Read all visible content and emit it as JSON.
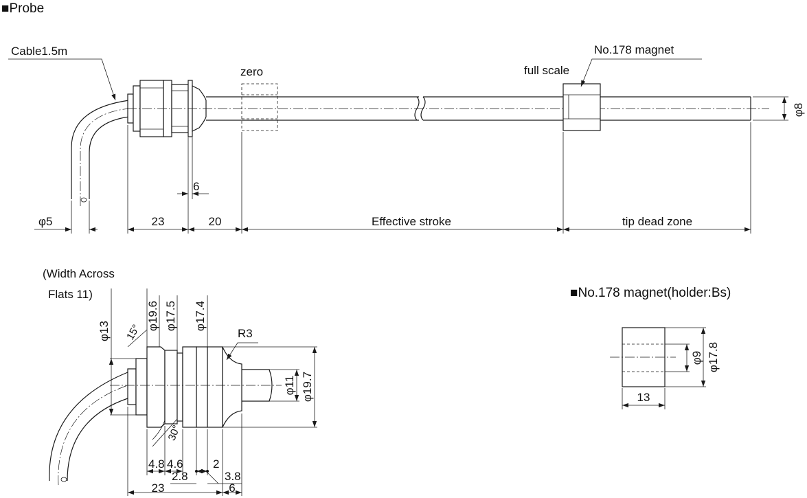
{
  "probe_section": {
    "title": "■Probe",
    "labels": {
      "cable": "Cable1.5m",
      "magnet": "No.178 magnet",
      "zero": "zero",
      "full_scale": "full scale"
    },
    "dimensions": {
      "cable_dia": "φ5",
      "housing_len": "23",
      "gap_len": "20",
      "effective_stroke": "Effective stroke",
      "tip_dead_zone": "tip dead zone",
      "groove": "6",
      "rod_dia": "φ8"
    }
  },
  "detail_section": {
    "note_line1": "(Width Across",
    "note_line2": "Flats 11)",
    "dimensions": {
      "d13": "φ13",
      "d19_6": "φ19.6",
      "d17_5": "φ17.5",
      "d17_4": "φ17.4",
      "angle15": "15°",
      "r3": "R3",
      "d11": "φ11",
      "d19_7": "φ19.7",
      "angle30": "30°",
      "w4_8": "4.8",
      "w4_6": "4.6",
      "w2": "2",
      "w2_8": "2.8",
      "w3_8": "3.8",
      "w23": "23",
      "w6": "6"
    }
  },
  "magnet_section": {
    "title": "■No.178 magnet(holder:Bs)",
    "dimensions": {
      "d9": "φ9",
      "d17_8": "φ17.8",
      "len13": "13"
    }
  }
}
